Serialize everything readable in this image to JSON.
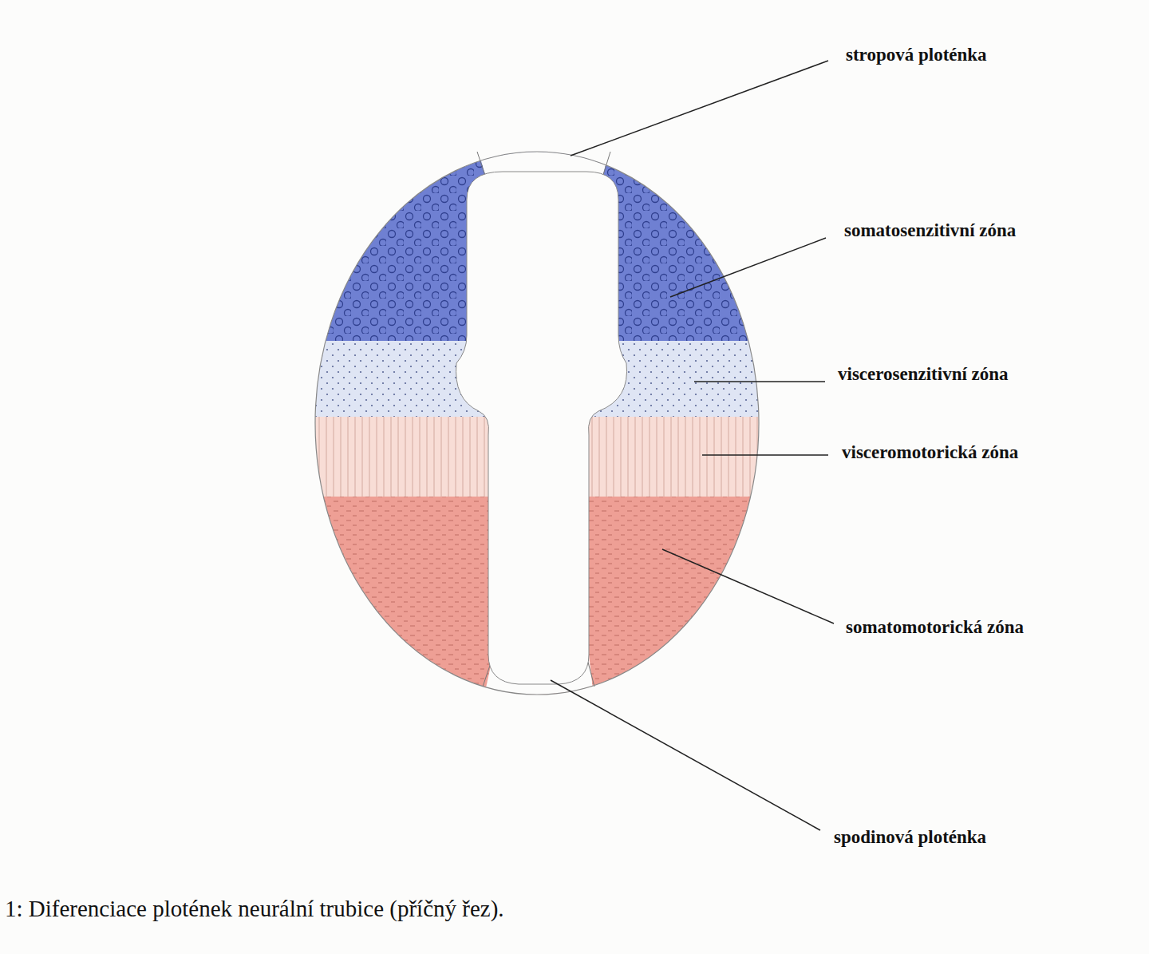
{
  "diagram": {
    "caption": "1: Diferenciace plotének neurální trubice (příčný řez).",
    "labels": [
      "stropová ploténka",
      "somatosenzitivní zóna",
      "viscerosenzitivní zóna",
      "visceromotorická zóna",
      "somatomotorická zóna",
      "spodinová ploténka"
    ]
  }
}
